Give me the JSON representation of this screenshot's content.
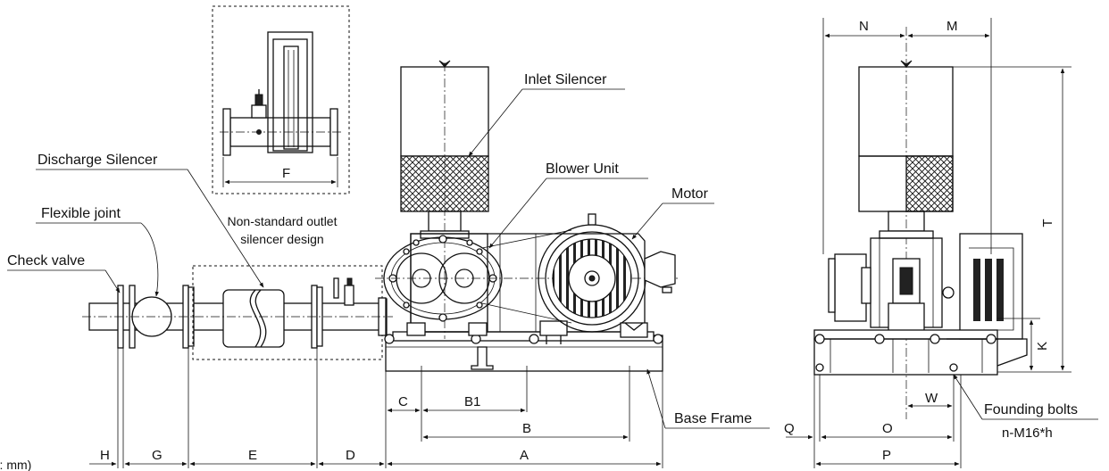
{
  "labels": {
    "inlet_silencer": "Inlet Silencer",
    "discharge_silencer": "Discharge Silencer",
    "blower_unit": "Blower Unit",
    "motor": "Motor",
    "flexible_joint": "Flexible joint",
    "check_valve": "Check valve",
    "base_frame": "Base Frame",
    "founding_bolts": "Founding bolts",
    "bolt_spec": "n-M16*h",
    "nonstandard_line1": "Non-standard outlet",
    "nonstandard_line2": "silencer design",
    "units": "(Unit: mm)"
  },
  "dimensions": {
    "A": "A",
    "B": "B",
    "B1": "B1",
    "C": "C",
    "D": "D",
    "E": "E",
    "F": "F",
    "G": "G",
    "H": "H",
    "K": "K",
    "M": "M",
    "N": "N",
    "O": "O",
    "P": "P",
    "Q": "Q",
    "T": "T",
    "W": "W"
  }
}
